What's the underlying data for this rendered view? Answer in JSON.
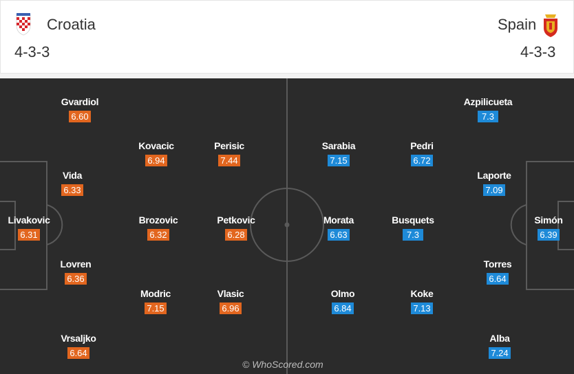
{
  "home": {
    "name": "Croatia",
    "formation": "4-3-3",
    "crest_icon": "croatia-crest-icon",
    "rating_color": "#e2661f",
    "players": [
      {
        "name": "Gvardiol",
        "rating": "6.60"
      },
      {
        "name": "Kovacic",
        "rating": "6.94"
      },
      {
        "name": "Perisic",
        "rating": "7.44"
      },
      {
        "name": "Vida",
        "rating": "6.33"
      },
      {
        "name": "Livakovic",
        "rating": "6.31"
      },
      {
        "name": "Brozovic",
        "rating": "6.32"
      },
      {
        "name": "Petkovic",
        "rating": "6.28"
      },
      {
        "name": "Lovren",
        "rating": "6.36"
      },
      {
        "name": "Modric",
        "rating": "7.15"
      },
      {
        "name": "Vlasic",
        "rating": "6.96"
      },
      {
        "name": "Vrsaljko",
        "rating": "6.64"
      }
    ]
  },
  "away": {
    "name": "Spain",
    "formation": "4-3-3",
    "crest_icon": "spain-crest-icon",
    "rating_color": "#1e8ad8",
    "players": [
      {
        "name": "Azpilicueta",
        "rating": "7.3"
      },
      {
        "name": "Sarabia",
        "rating": "7.15"
      },
      {
        "name": "Pedri",
        "rating": "6.72"
      },
      {
        "name": "Laporte",
        "rating": "7.09"
      },
      {
        "name": "Morata",
        "rating": "6.63"
      },
      {
        "name": "Busquets",
        "rating": "7.3"
      },
      {
        "name": "Simón",
        "rating": "6.39"
      },
      {
        "name": "Torres",
        "rating": "6.64"
      },
      {
        "name": "Olmo",
        "rating": "6.84"
      },
      {
        "name": "Koke",
        "rating": "7.13"
      },
      {
        "name": "Alba",
        "rating": "7.24"
      }
    ]
  },
  "pitch": {
    "background": "#2b2b2b",
    "line_color": "#5a5a5a"
  },
  "watermark": "© WhoScored.com"
}
